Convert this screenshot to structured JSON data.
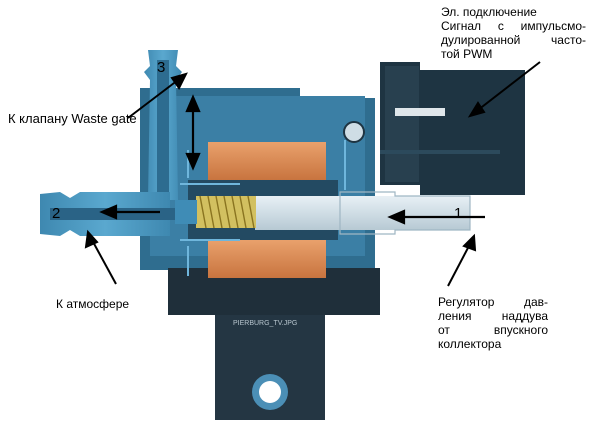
{
  "labels": {
    "connector_title": "Эл. подключение",
    "connector_line1": "Сигнал с импульсмо-",
    "connector_line2": "дулированной часто-",
    "connector_line3": "той PWM",
    "wastegate": "К клапану Waste gate",
    "atmosphere": "К атмосфере",
    "regulator_line1": "Регулятор дав-",
    "regulator_line2": "ления наддува",
    "regulator_line3": "от впускного",
    "regulator_line4": "коллектора",
    "caption": "PIERBURG_TV.JPG"
  },
  "ports": {
    "port1": "1",
    "port2": "2",
    "port3": "3"
  },
  "colors": {
    "housing_dark": "#1e3442",
    "housing_mid": "#2f6d8f",
    "housing_light": "#4d97bd",
    "coil": "#d98a55",
    "tube": "#cfdde5",
    "spring": "#c9b54a",
    "accent_line": "#6fb6dc"
  }
}
